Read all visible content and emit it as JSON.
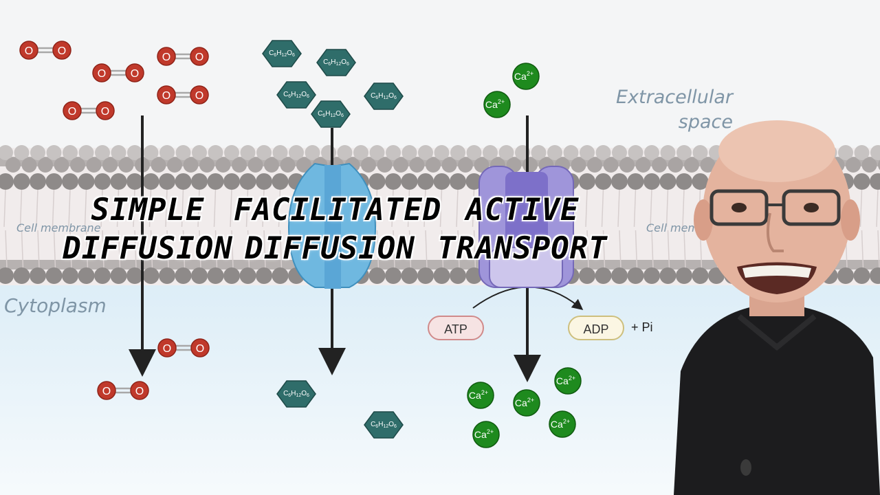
{
  "labels": {
    "extracellular": [
      "Extracellular",
      "space"
    ],
    "cell_membrane_left": "Cell membrane",
    "cell_membrane_right": "Cell mem",
    "cytoplasm": "Cytoplasm"
  },
  "titles": {
    "simple": [
      "SIMPLE",
      "DIFFUSION"
    ],
    "facilitated": [
      "FACILITATED",
      "DIFFUSION"
    ],
    "active": [
      "ACTIVE",
      "TRANSPORT"
    ]
  },
  "molecules": {
    "oxygen_atom": "O",
    "glucose": {
      "C": "C",
      "c_sub": "6",
      "H": "H",
      "h_sub": "12",
      "O": "O",
      "o_sub": "6"
    },
    "calcium": {
      "base": "Ca",
      "charge": "2+"
    }
  },
  "pump": {
    "atp": "ATP",
    "adp": "ADP",
    "pi": "+ Pi"
  },
  "colors": {
    "oxygen": "#c0392b",
    "glucose": "#2f6d6a",
    "calcium": "#1e8a1e",
    "channel": "#6fb8e0",
    "pump": "#9f95da",
    "membrane_head": "#8e8a89",
    "cytoplasm": "#e4f2f9"
  }
}
